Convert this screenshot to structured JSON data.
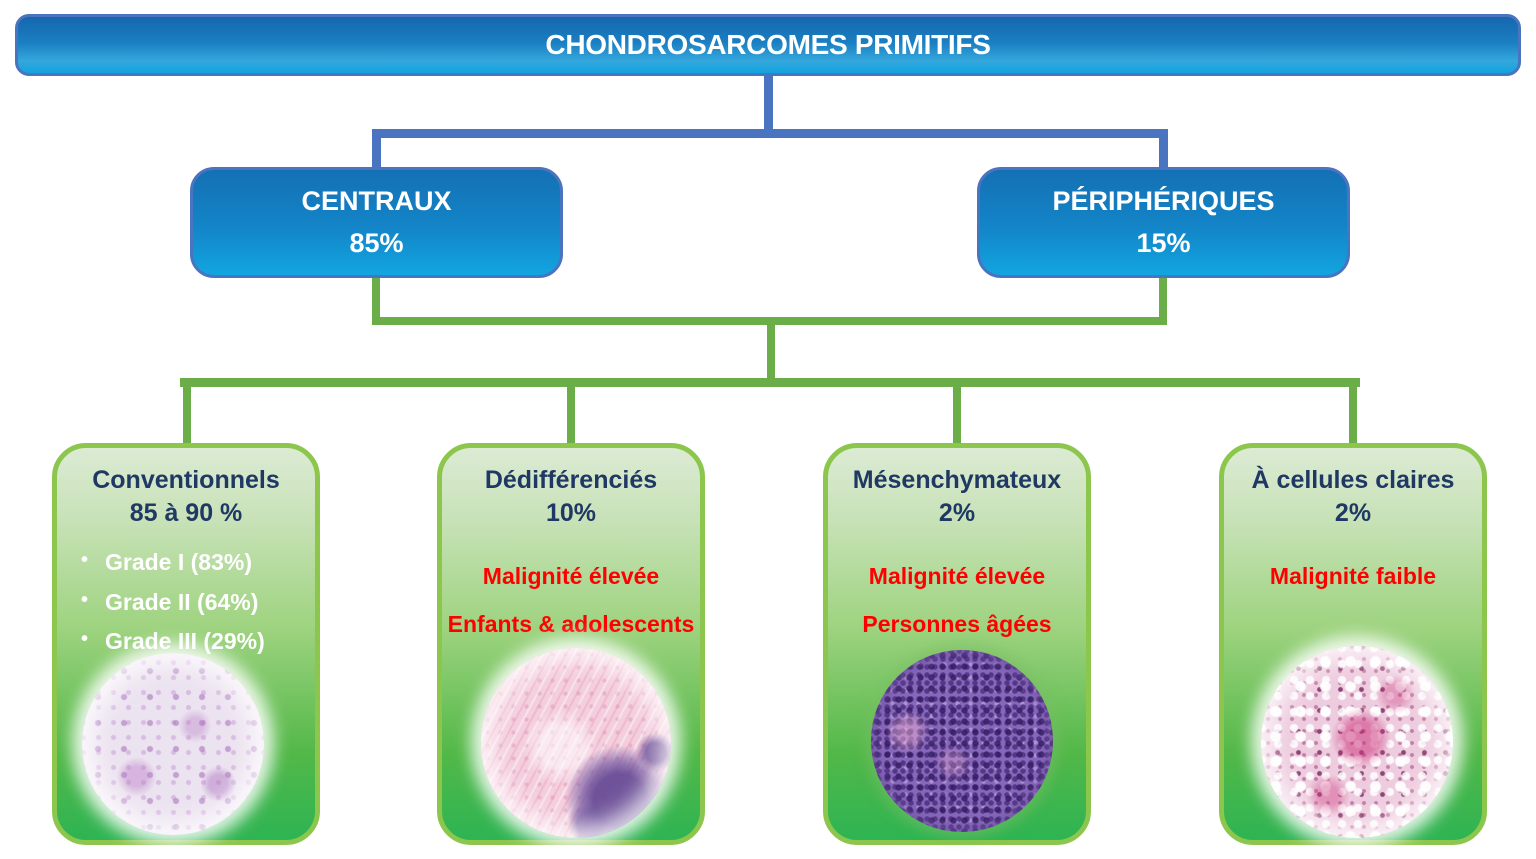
{
  "root": {
    "label": "CHONDROSARCOMES PRIMITIFS"
  },
  "branches": [
    {
      "label": "CENTRAUX",
      "percentage": "85%"
    },
    {
      "label": "PÉRIPHÉRIQUES",
      "percentage": "15%"
    }
  ],
  "subtypes": [
    {
      "title": "Conventionnels",
      "percentage": "85 à 90 %",
      "grades": [
        "Grade I (83%)",
        "Grade II (64%)",
        "Grade III (29%)"
      ],
      "notes": [],
      "image": "pale-hyaline-cartilage-histology-circle"
    },
    {
      "title": "Dédifférenciés",
      "percentage": "10%",
      "grades": [],
      "notes": [
        "Malignité élevée",
        "Enfants & adolescents"
      ],
      "image": "pink-fibrous-histology-with-purple-cartilage-circle"
    },
    {
      "title": "Mésenchymateux",
      "percentage": "2%",
      "grades": [],
      "notes": [
        "Malignité élevée",
        "Personnes âgées"
      ],
      "image": "dense-purple-small-round-cell-histology-circle"
    },
    {
      "title": "À cellules claires",
      "percentage": "2%",
      "grades": [],
      "notes": [
        "Malignité faible"
      ],
      "image": "clear-cell-histology-white-cells-circle"
    }
  ],
  "colors": {
    "blue_node_gradient_top": "#1470b4",
    "blue_node_gradient_bottom": "#12a4df",
    "blue_border_and_connector": "#4a73c0",
    "green_connector": "#6aad49",
    "green_card_border": "#8cc64c",
    "green_card_gradient_top": "#dcebd4",
    "green_card_gradient_bottom": "#2eb453",
    "subtype_title_text": "#1f3864",
    "note_text": "#ff0000",
    "grade_text": "#ffffff",
    "root_title_text": "#ffffff"
  }
}
